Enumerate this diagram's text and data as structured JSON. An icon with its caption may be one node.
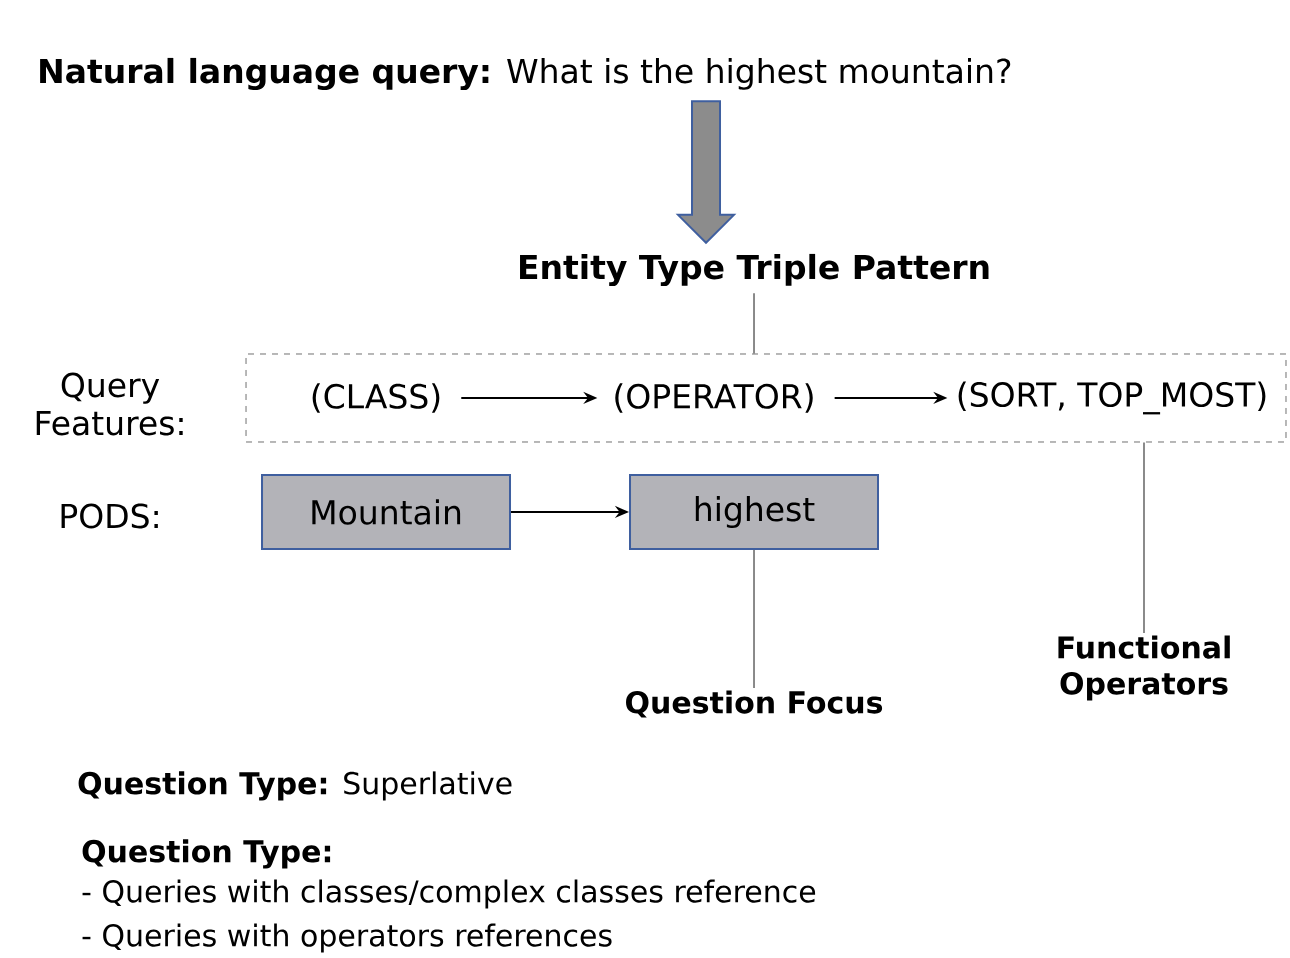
{
  "diagram": {
    "nodes": [
      {
        "text": [
          "**Natural language query:** What is the highest mountain?"
        ]
      },
      {
        "text": [
          "Entity Type Triple Pattern"
        ]
      },
      {
        "text": [],
        "shape": "box"
      },
      {
        "text": [
          "(CLASS)"
        ],
        "in": 2
      },
      {
        "text": [
          "(OPERATOR)"
        ],
        "in": 2
      },
      {
        "text": [
          "(SORT, TOP_MOST)"
        ],
        "in": 2
      },
      {
        "text": [
          "Mountain"
        ]
      },
      {
        "text": [
          "highest"
        ]
      },
      {
        "text": [
          "Functional Operators"
        ]
      },
      {
        "text": [
          "Question Focus"
        ]
      }
    ],
    "edges": [
      {
        "from": 0,
        "to": 1,
        "arrow": "to",
        "style": "thick"
      },
      {
        "from": 1,
        "to": 2,
        "arrow": "none"
      },
      {
        "from": 3,
        "to": 4,
        "arrow": "to"
      },
      {
        "from": 4,
        "to": 5,
        "arrow": "to"
      },
      {
        "from": 6,
        "to": 7,
        "arrow": "to"
      },
      {
        "from": 9,
        "to": 7,
        "arrow": "none"
      },
      {
        "from": 8,
        "to": 5,
        "arrow": "none"
      }
    ],
    "labels": [
      "Query Features:",
      "PODS:",
      "**Question Type:** Superlative",
      "Question Type:",
      "- Queries with classes/complex classes reference",
      "- Queries with operators references"
    ]
  }
}
